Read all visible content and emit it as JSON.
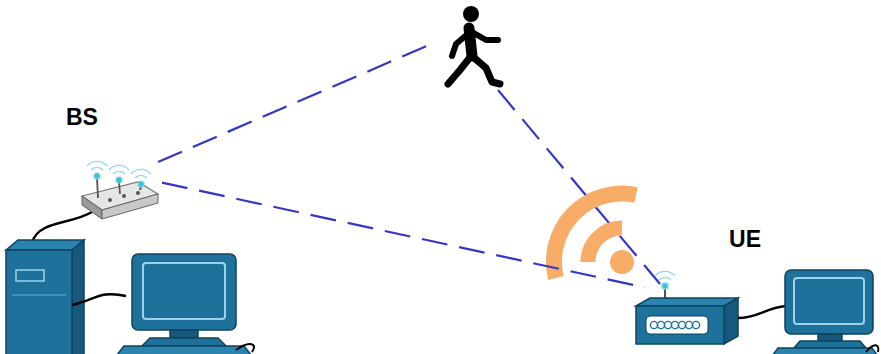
{
  "diagram": {
    "nodes": [
      {
        "text": [
          "BS"
        ]
      },
      {
        "text": [
          "UE"
        ]
      }
    ],
    "edges": [
      {
        "from": 0,
        "to": 1,
        "arrow": "none"
      }
    ]
  }
}
